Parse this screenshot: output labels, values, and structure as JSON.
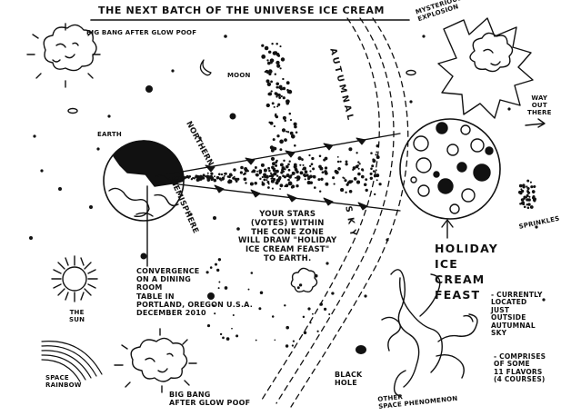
{
  "title": "THE NEXT BATCH OF THE UNIVERSE ICE CREAM",
  "labels": {
    "big_bang_top": "BIG BANG AFTER GLOW POOF",
    "moon": "MOON",
    "earth": "EARTH",
    "northern": "NORTHERN",
    "hemisphere": "HEMISPHERE",
    "autumnal": "AUTUMNAL",
    "sky": "SKY",
    "mysterious_explosion": "MYSTERIOUS\nEXPLOSION",
    "way_out_there": "WAY\nOUT\nTHERE",
    "sprinkles": "SPRINKLES",
    "cone_zone": "YOUR STARS\n(VOTES) WITHIN\nTHE CONE ZONE\nWILL DRAW \"HOLIDAY\nICE CREAM FEAST\"\nTO EARTH.",
    "holiday_feast": "HOLIDAY\nICE\nCREAM\nFEAST",
    "feast_location": "- CURRENTLY\nLOCATED\nJUST\nOUTSIDE\nAUTUMNAL\nSKY",
    "feast_flavors": "- COMPRISES\nOF SOME\n11 FLAVORS\n(4 COURSES)",
    "convergence": "CONVERGENCE\nON A DINING\nROOM\nTABLE IN\nPORTLAND, OREGON U.S.A.\nDECEMBER 2010",
    "the_sun": "THE\nSUN",
    "space_rainbow": "SPACE\nRAINBOW",
    "big_bang_bottom": "BIG BANG\nAFTER GLOW POOF",
    "black_hole": "BLACK\nHOLE",
    "other_space_phenomenon": "OTHER\nSPACE PHENOMENON"
  },
  "colors": {
    "ink": "#111111",
    "paper": "#ffffff"
  }
}
